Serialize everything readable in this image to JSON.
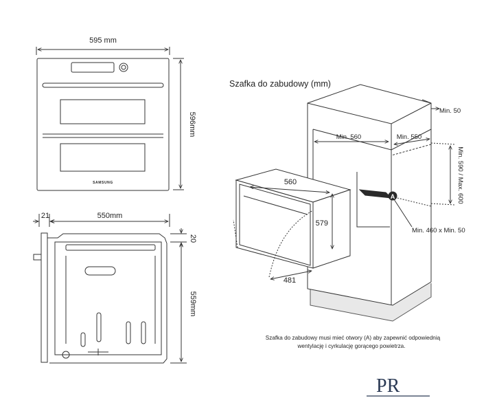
{
  "front_view": {
    "width_label": "595 mm",
    "height_label": "596mm",
    "brand": "SAMSUNG"
  },
  "side_view": {
    "door_label": "21",
    "depth_label": "550mm",
    "top_label": "20",
    "height_label": "559mm"
  },
  "cabinet": {
    "title": "Szafka do zabudowy (mm)",
    "min_50_top": "Min. 50",
    "min_560": "Min. 560",
    "min_550": "Min. 550",
    "height_range": "Min. 590 / Max. 600",
    "vent_marker": "A",
    "vent_size": "Min. 460 x Min. 50",
    "oven_width": "560",
    "oven_height": "579",
    "oven_depth": "481",
    "note_line1": "Szafka do zabudowy musi mieć otwory (A) aby zapewnić odpowiednią",
    "note_line2": "wentylację i cyrkulację gorącego powietrza."
  },
  "logo": {
    "text": "PR"
  },
  "colors": {
    "stroke": "#333333",
    "vent": "#2a2a2a",
    "plinth": "#e6e6e6"
  }
}
